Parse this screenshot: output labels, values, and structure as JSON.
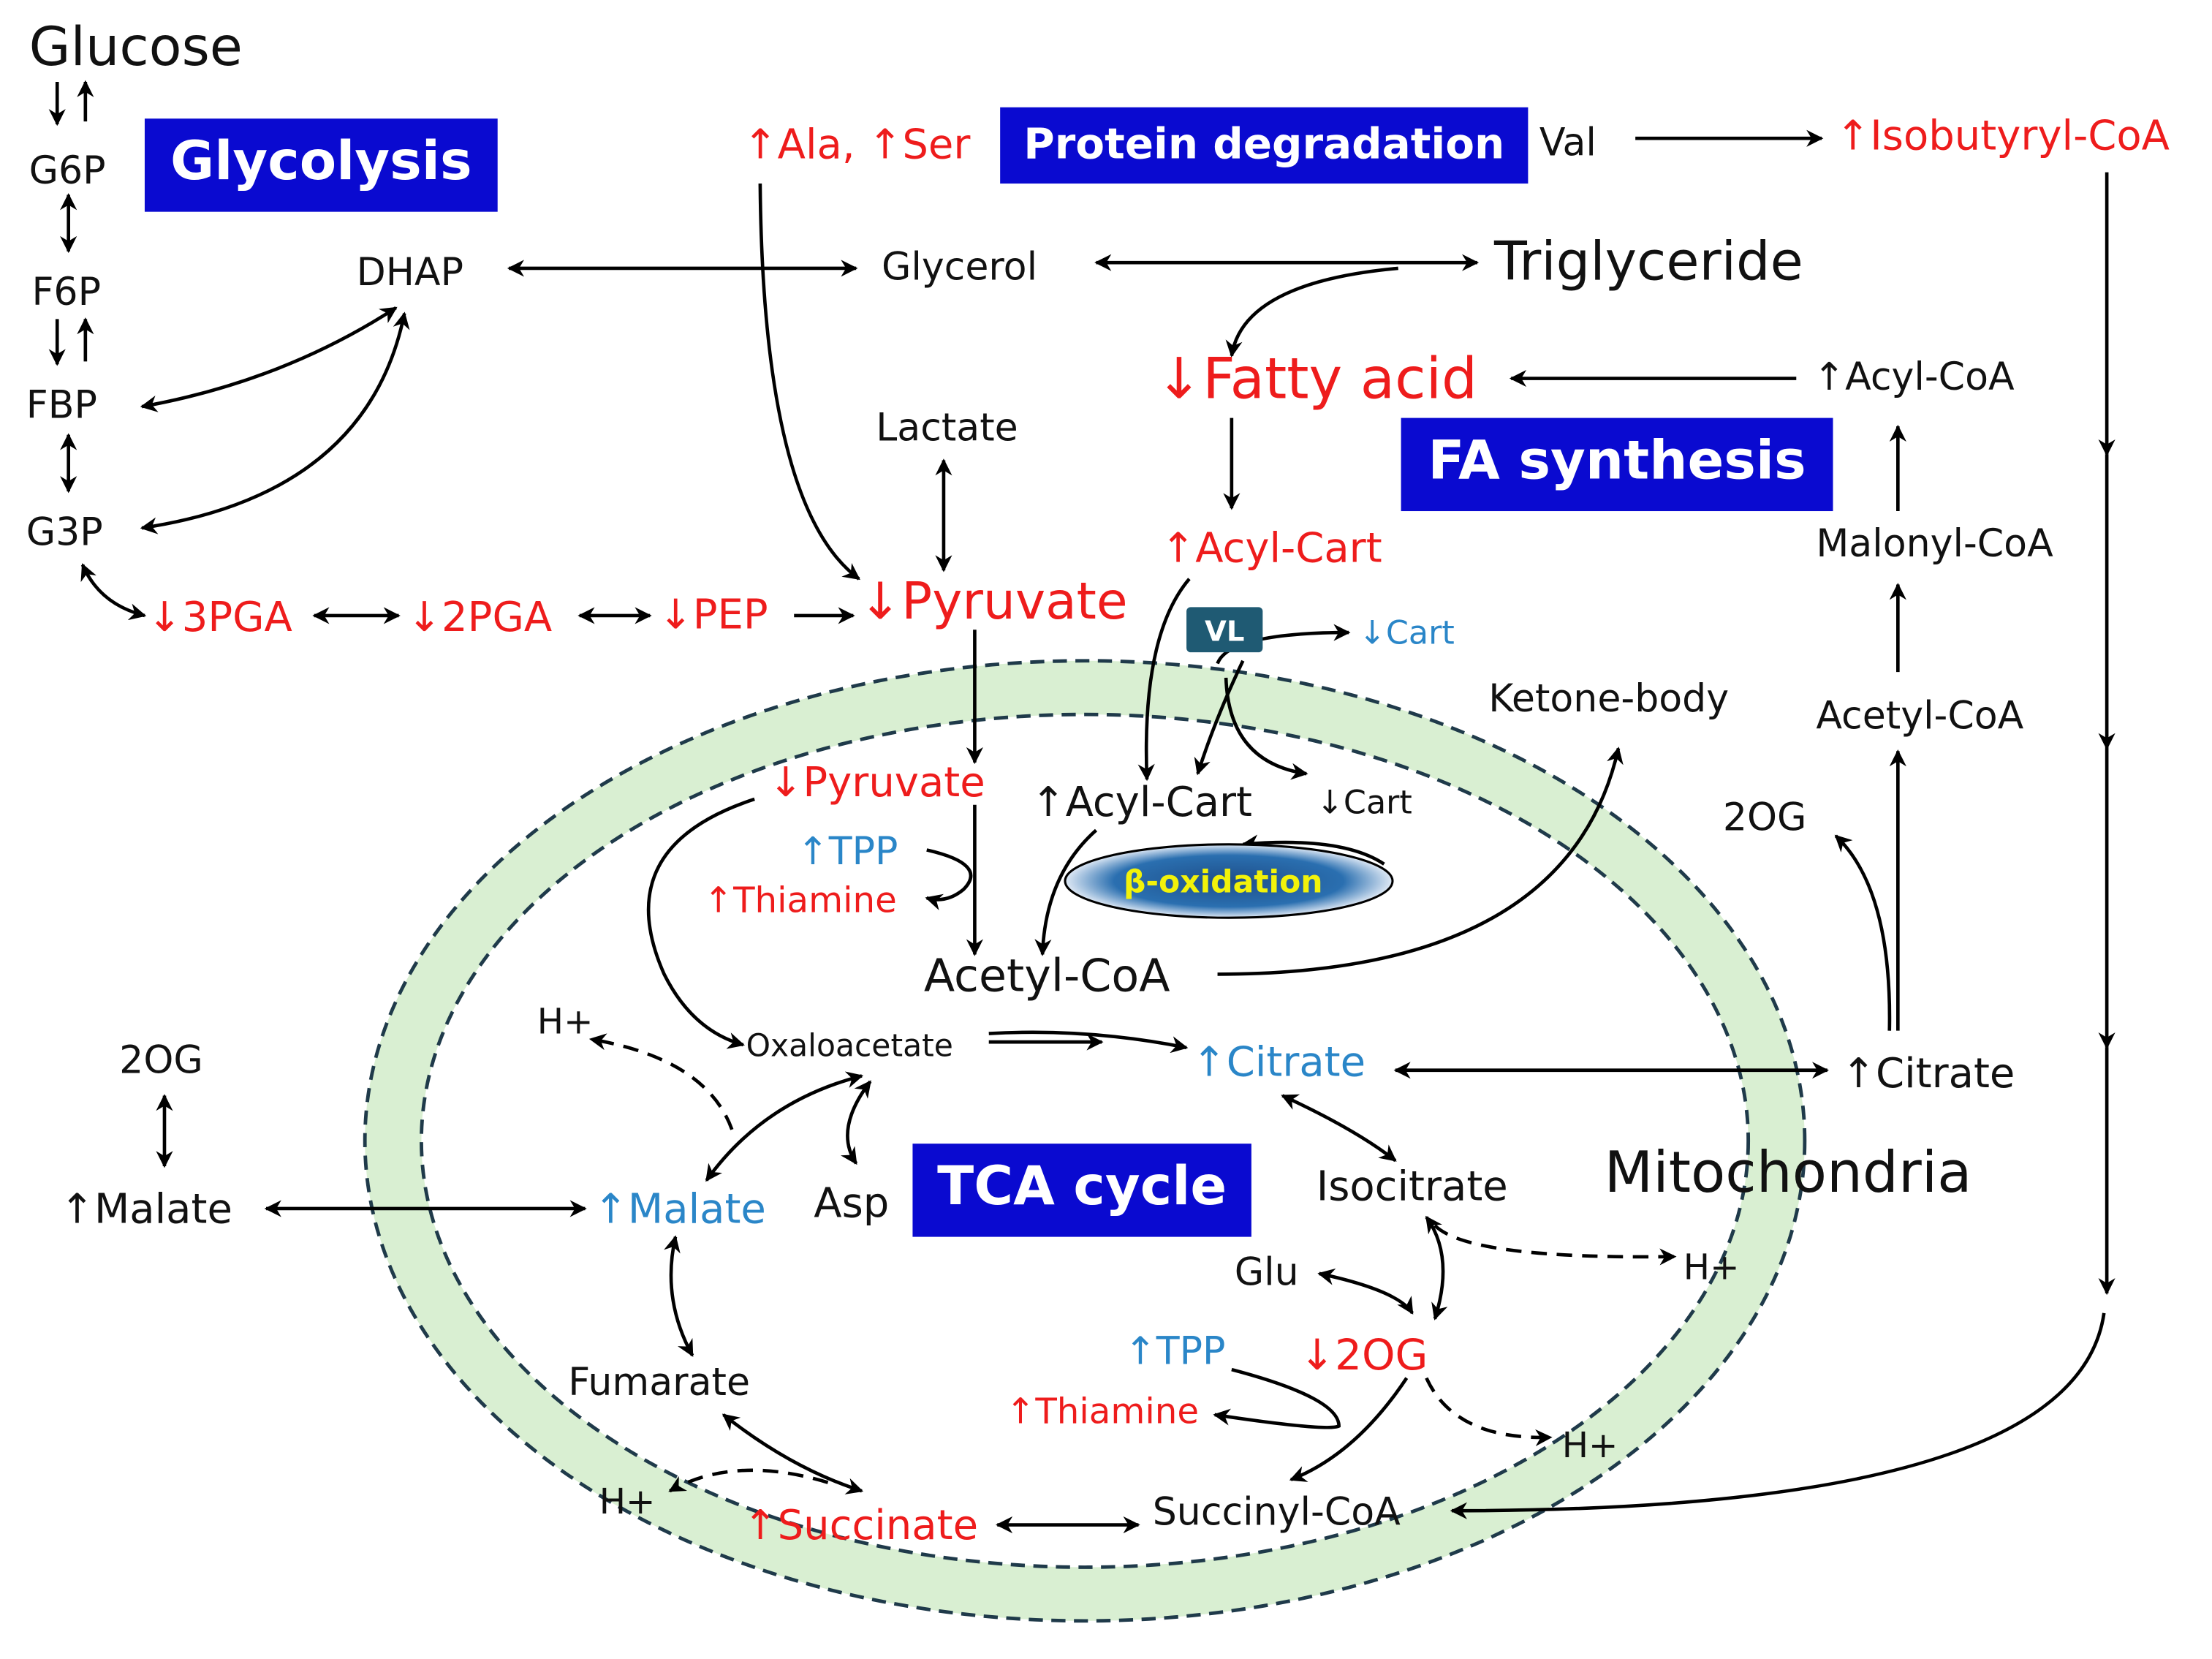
{
  "colors": {
    "black": "#111111",
    "increase_red": "#ee1c1c",
    "increase_blue": "#2a86c8",
    "banner_fill": "#0a0ad0",
    "mito_membrane": "#d9efd2",
    "mito_border": "#1f3a4a",
    "vl_box": "#1f5a73",
    "beta_oxidation_fill": "#1f4f8a",
    "beta_oxidation_text": "#f2f20a"
  },
  "banners": {
    "glycolysis": "Glycolysis",
    "protein_degradation": "Protein degradation",
    "fa_synthesis": "FA synthesis",
    "tca_cycle": "TCA cycle"
  },
  "compartment": {
    "mitochondria": "Mitochondria"
  },
  "labels": {
    "glucose": "Glucose",
    "g6p": "G6P",
    "f6p": "F6P",
    "fbp": "FBP",
    "g3p": "G3P",
    "dhap": "DHAP",
    "pga3": "↓3PGA",
    "pga2": "↓2PGA",
    "pep": "↓PEP",
    "pyruvate_cyto": "↓Pyruvate",
    "lactate": "Lactate",
    "ala_ser": "↑Ala, ↑Ser",
    "val": "Val",
    "isobutyryl_coa": "↑Isobutyryl-CoA",
    "glycerol": "Glycerol",
    "triglyceride": "Triglyceride",
    "fatty_acid": "↓Fatty acid",
    "acyl_coa_cyto": "↑Acyl-CoA",
    "malonyl_coa": "Malonyl-CoA",
    "acetyl_coa_cyto": "Acetyl-CoA",
    "acyl_cart_cyto": "↑Acyl-Cart",
    "vl": "VL",
    "cart_cyto": "↓Cart",
    "ketone_body": "Ketone-body",
    "og_cyto_right": "2OG",
    "pyruvate_mito": "↓Pyruvate",
    "tpp_1": "↑TPP",
    "thiamine_1": "↑Thiamine",
    "acyl_cart_mito": "↑Acyl-Cart",
    "cart_mito": "↓Cart",
    "beta_oxidation": "β-oxidation",
    "acetyl_coa_mito": "Acetyl-CoA",
    "h_plus_1": "H+",
    "oxaloacetate": "Oxaloacetate",
    "citrate_mito": "↑Citrate",
    "citrate_cyto": "↑Citrate",
    "og_cyto_left": "2OG",
    "malate_cyto": "↑Malate",
    "malate_mito": "↑Malate",
    "asp": "Asp",
    "isocitrate": "Isocitrate",
    "h_plus_2": "H+",
    "glu": "Glu",
    "tpp_2": "↑TPP",
    "og_mito": "↓2OG",
    "thiamine_2": "↑Thiamine",
    "h_plus_3": "H+",
    "fumarate": "Fumarate",
    "h_plus_4": "H+",
    "succinate": "↑Succinate",
    "succinyl_coa": "Succinyl-CoA"
  }
}
